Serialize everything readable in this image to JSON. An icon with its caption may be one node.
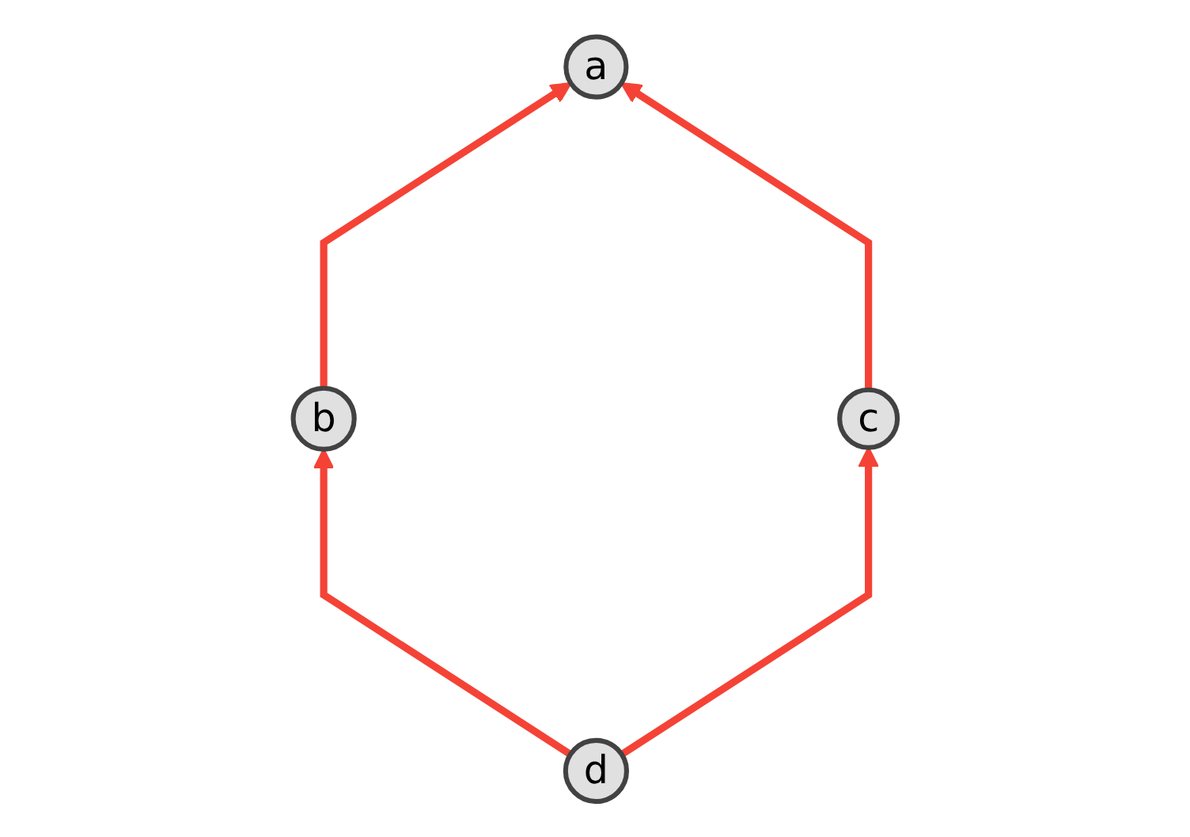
{
  "diagram": {
    "nodes": [
      {
        "text": [
          "a"
        ]
      },
      {
        "text": [
          "b"
        ]
      },
      {
        "text": [
          "c"
        ]
      },
      {
        "text": [
          "d"
        ]
      }
    ],
    "edges": [
      {
        "from": 1,
        "to": 0,
        "arrow": "to",
        "color": "#f44336"
      },
      {
        "from": 2,
        "to": 0,
        "arrow": "to",
        "color": "#f44336"
      },
      {
        "from": 3,
        "to": 1,
        "arrow": "to",
        "color": "#f44336"
      },
      {
        "from": 3,
        "to": 2,
        "arrow": "to",
        "color": "#f44336"
      }
    ]
  }
}
